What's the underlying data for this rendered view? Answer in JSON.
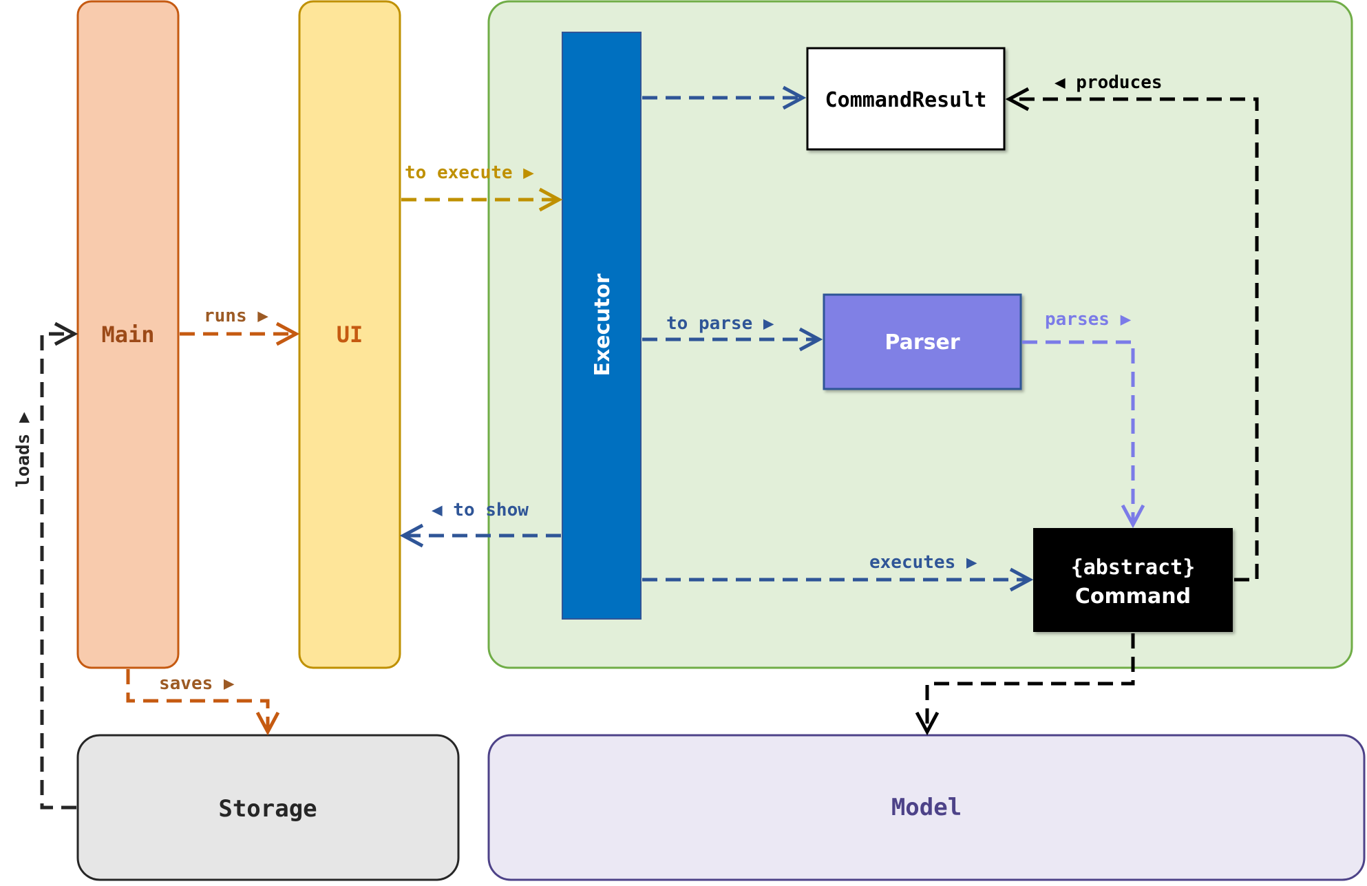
{
  "nodes": {
    "main": "Main",
    "ui": "UI",
    "executor": "Executor",
    "command_result": "CommandResult",
    "parser": "Parser",
    "command_line1": "{abstract}",
    "command_line2": "Command",
    "storage": "Storage",
    "model": "Model"
  },
  "edges": {
    "runs": "runs ▶",
    "to_execute": "to execute ▶",
    "produces": "◀ produces",
    "to_parse": "to parse ▶",
    "parses": "parses ▶",
    "to_show": "◀ to show",
    "executes": "executes ▶",
    "saves": "saves ▶",
    "loads": "loads ▶"
  },
  "colors": {
    "main_fill": "#f8cbad",
    "main_stroke": "#c55a11",
    "ui_fill": "#fee599",
    "ui_stroke": "#bf9000",
    "logic_fill": "#e2efd9",
    "logic_stroke": "#70ad47",
    "executor_fill": "#0070c0",
    "parser_fill": "#8080e5",
    "command_fill": "#000000",
    "storage_fill": "#e6e6e6",
    "model_fill": "#ebe8f4",
    "model_stroke": "#4d4288",
    "blue_arrow": "#2f5597",
    "violet_arrow": "#7b7be8"
  }
}
